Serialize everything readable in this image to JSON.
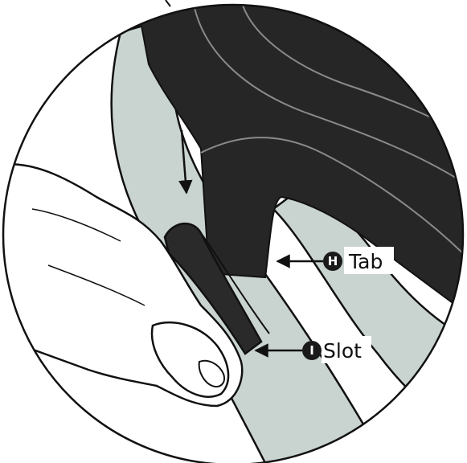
{
  "callouts": {
    "tab": {
      "letter": "H",
      "label": "Tab"
    },
    "slot": {
      "letter": "I",
      "label": "Slot"
    }
  },
  "colors": {
    "strap": "#c9d3cf",
    "seat": "#262626",
    "line": "#111111",
    "badge": "#1a1a1a",
    "background": "#ffffff"
  }
}
